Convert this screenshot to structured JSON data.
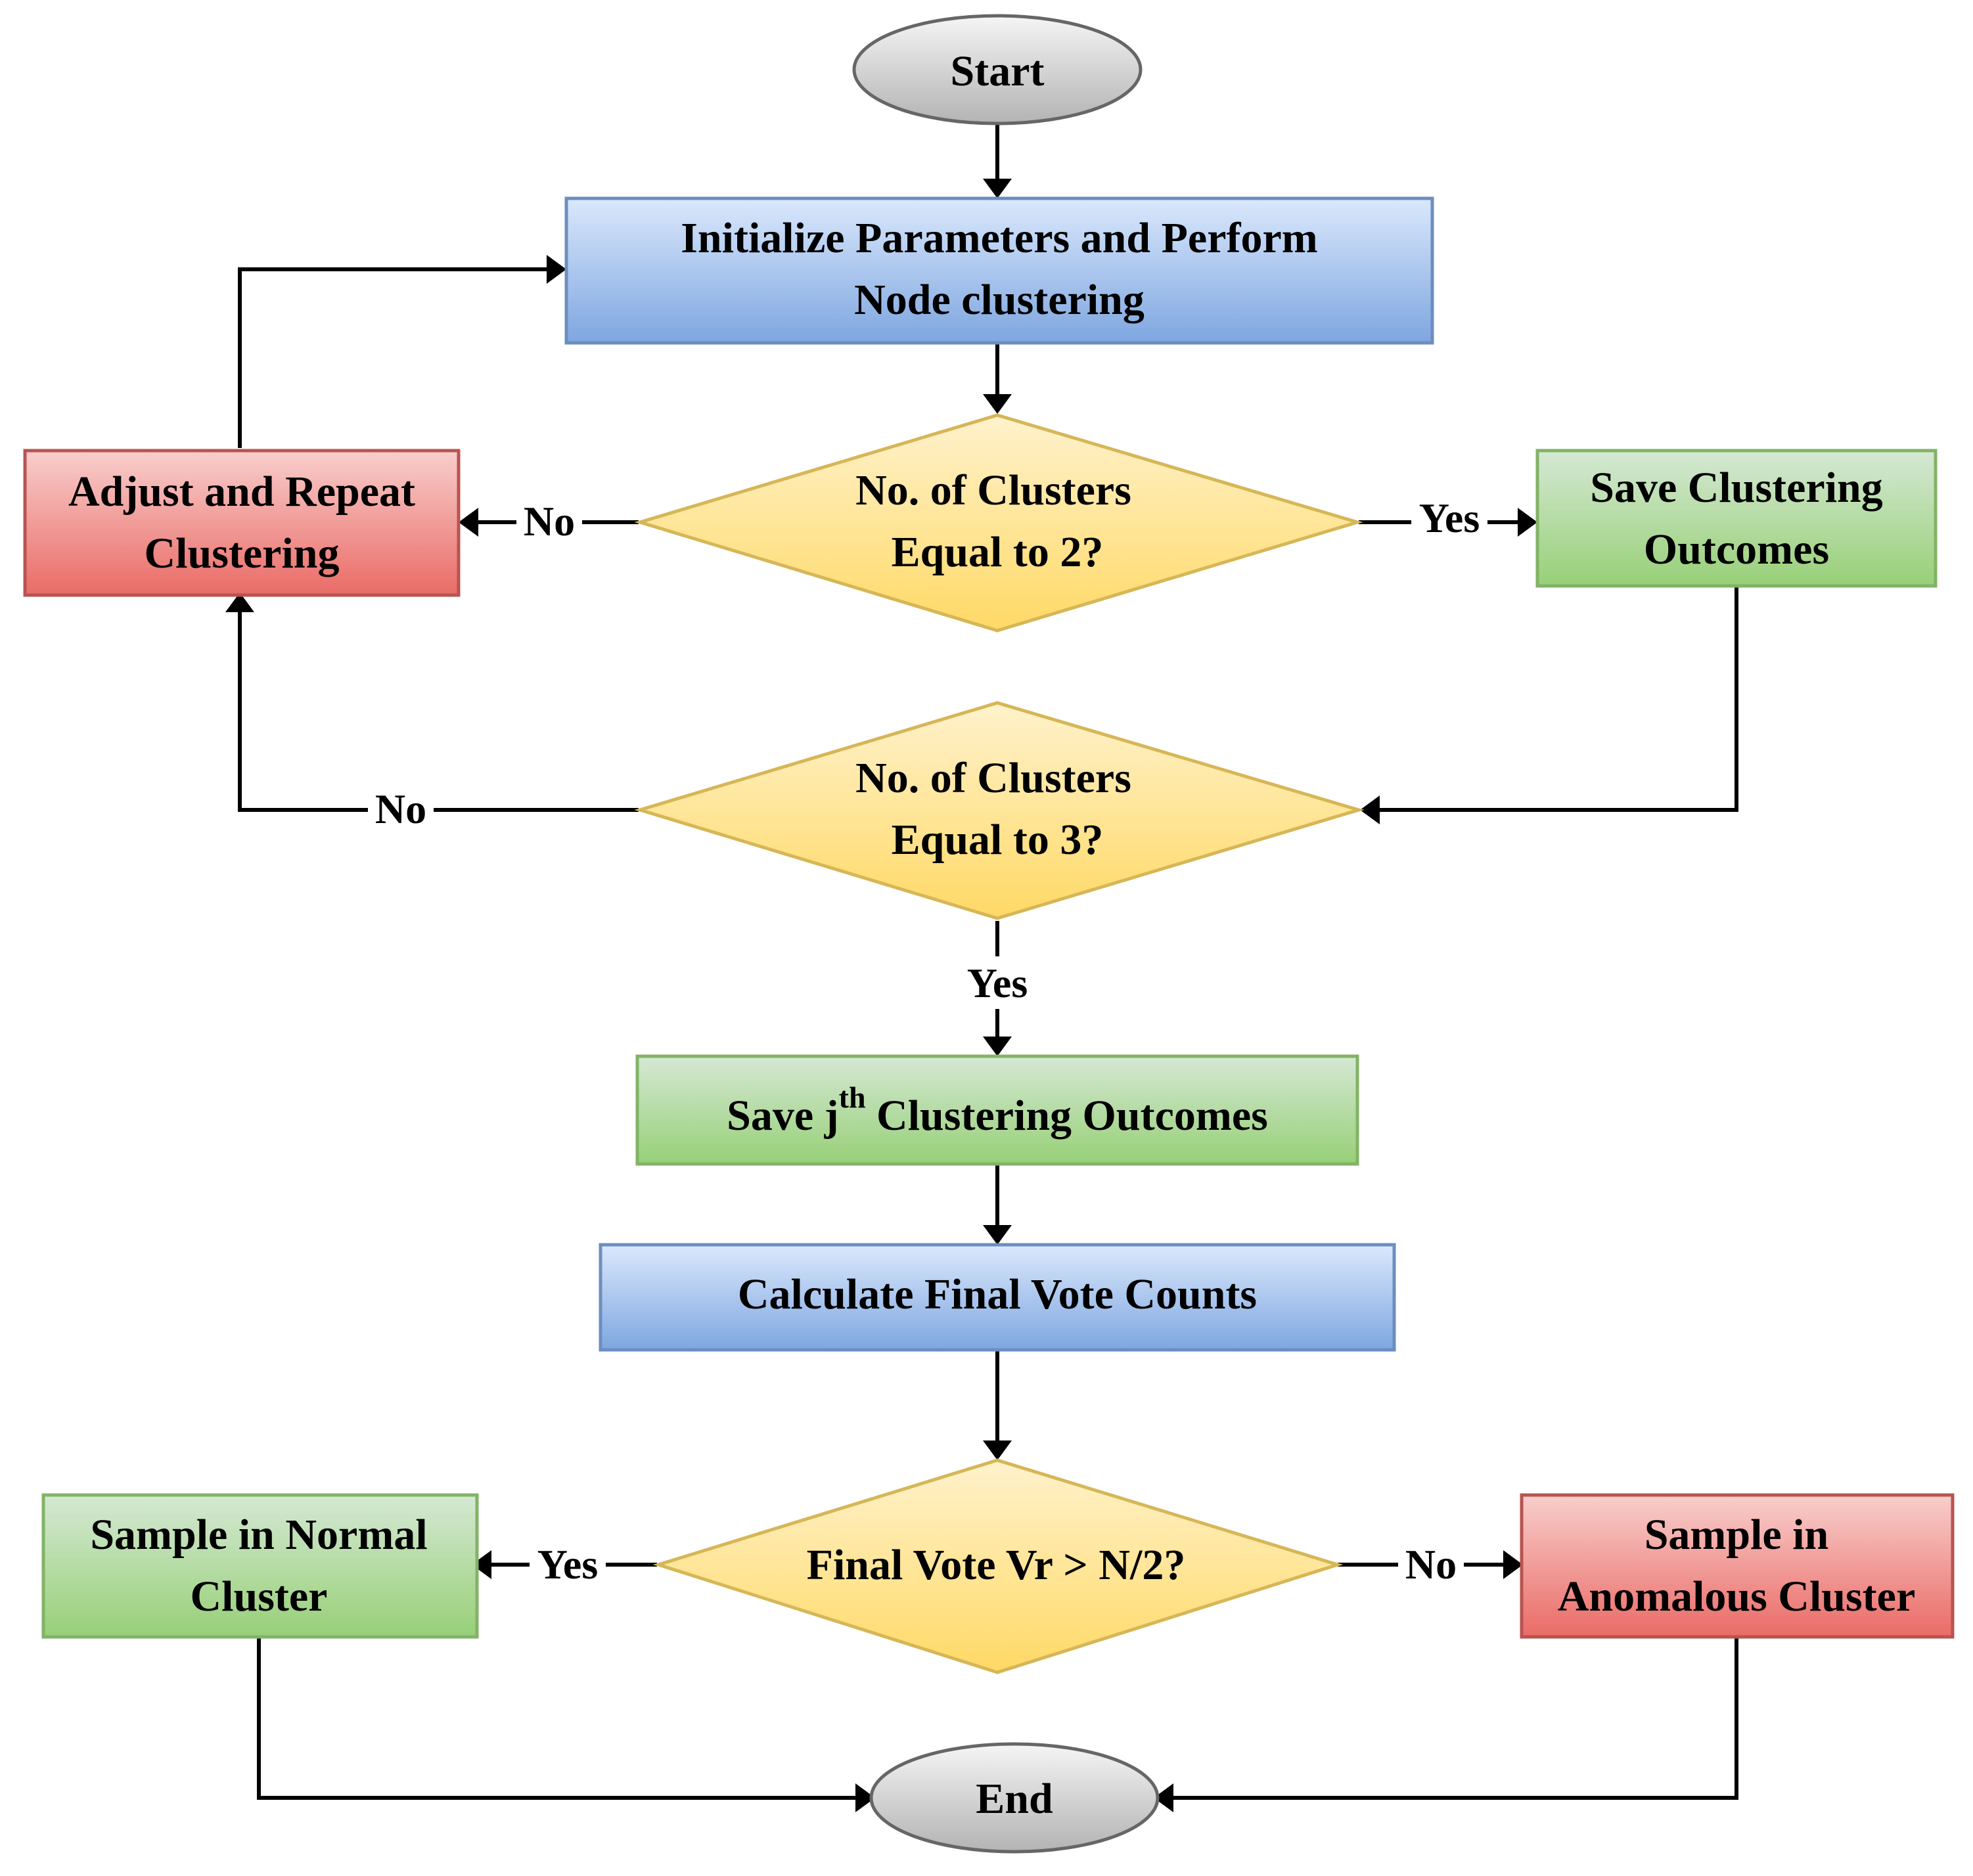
{
  "nodes": {
    "start": "Start",
    "init": [
      "Initialize Parameters and Perform",
      "Node clustering"
    ],
    "check2": [
      "No. of Clusters",
      "Equal to 2?"
    ],
    "adjust": [
      "Adjust and Repeat",
      "Clustering"
    ],
    "save_outcomes": [
      "Save Clustering",
      "Outcomes"
    ],
    "check3": [
      "No. of Clusters",
      "Equal to 3?"
    ],
    "save_j": {
      "prefix": "Save j",
      "sup": "th",
      "suffix": " Clustering Outcomes"
    },
    "calc_votes": "Calculate Final Vote Counts",
    "final_vote": "Final Vote Vr > N/2?",
    "normal": [
      "Sample in Normal",
      "Cluster"
    ],
    "anomalous": [
      "Sample in",
      "Anomalous Cluster"
    ],
    "end": "End"
  },
  "edges": {
    "check2_no": "No",
    "check2_yes": "Yes",
    "check3_no": "No",
    "check3_yes": "Yes",
    "vote_yes": "Yes",
    "vote_no": "No"
  },
  "colors": {
    "blue_top": "#dae8fc",
    "blue_bottom": "#7ea6e0",
    "blue_stroke": "#6c8ebf",
    "green_top": "#d5e8d4",
    "green_bottom": "#97d077",
    "green_stroke": "#82b366",
    "red_top": "#f8cecc",
    "red_bottom": "#ea6b66",
    "red_stroke": "#b85450",
    "yellow_top": "#fff2cc",
    "yellow_bottom": "#ffd966",
    "yellow_stroke": "#d6b656",
    "gray_top": "#f5f5f5",
    "gray_bottom": "#b3b3b3",
    "gray_stroke": "#666666"
  }
}
